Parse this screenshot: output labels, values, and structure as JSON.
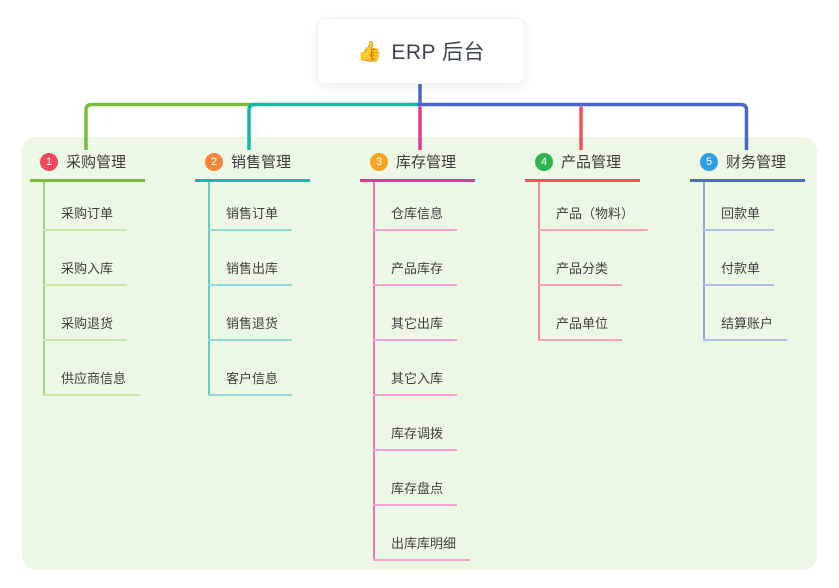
{
  "root": {
    "icon": "👍",
    "title": "ERP 后台"
  },
  "branches": [
    {
      "number": "1",
      "title": "采购管理",
      "children": [
        "采购订单",
        "采购入库",
        "采购退货",
        "供应商信息"
      ],
      "colors": {
        "badge": "#f1495c",
        "main": "#7cb93f",
        "spine": "#a6d27e",
        "light": "#c8e5ab"
      }
    },
    {
      "number": "2",
      "title": "销售管理",
      "children": [
        "销售订单",
        "销售出库",
        "销售退货",
        "客户信息"
      ],
      "colors": {
        "badge": "#f5863d",
        "main": "#16b6a5",
        "spine": "#5fcdc2",
        "light": "#93dbd4"
      }
    },
    {
      "number": "3",
      "title": "库存管理",
      "children": [
        "仓库信息",
        "产品库存",
        "其它出库",
        "其它入库",
        "库存调拨",
        "库存盘点",
        "出库库明细"
      ],
      "colors": {
        "badge": "#f7a426",
        "main": "#df3b93",
        "spine": "#ec76b5",
        "light": "#f3a3cc"
      }
    },
    {
      "number": "4",
      "title": "产品管理",
      "children": [
        "产品（物料）",
        "产品分类",
        "产品单位"
      ],
      "colors": {
        "badge": "#2eb350",
        "main": "#f4515c",
        "spine": "#f7888e",
        "light": "#f9a6aa"
      }
    },
    {
      "number": "5",
      "title": "财务管理",
      "children": [
        "回款单",
        "付款单",
        "结算账户"
      ],
      "colors": {
        "badge": "#2d9fe4",
        "main": "#4b66d2",
        "spine": "#8da7e6",
        "light": "#aebfec"
      }
    }
  ],
  "connector_color": "#4f63cf",
  "panel_color": "#ecf7e6"
}
